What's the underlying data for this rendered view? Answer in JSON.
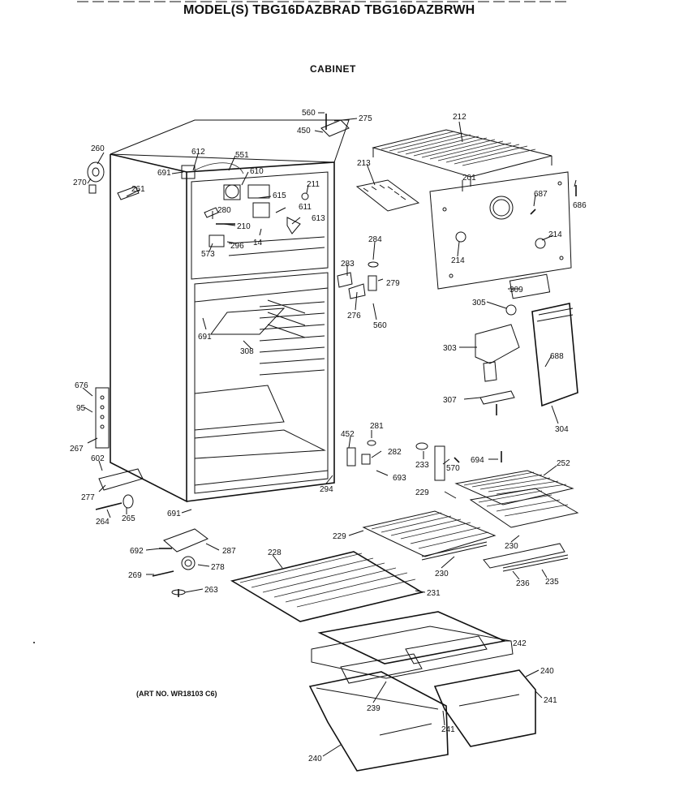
{
  "header": {
    "model_line": "MODEL(S) TBG16DAZBRAD  TBG16DAZBRWH",
    "section_title": "CABINET"
  },
  "art_number": "(ART NO. WR18103 C6)",
  "parts": [
    {
      "id": "p560a",
      "label": "560"
    },
    {
      "id": "p275",
      "label": "275"
    },
    {
      "id": "p450",
      "label": "450"
    },
    {
      "id": "p212",
      "label": "212"
    },
    {
      "id": "p260",
      "label": "260"
    },
    {
      "id": "p612",
      "label": "612"
    },
    {
      "id": "p551",
      "label": "551"
    },
    {
      "id": "p691a",
      "label": "691"
    },
    {
      "id": "p610",
      "label": "610"
    },
    {
      "id": "p213",
      "label": "213"
    },
    {
      "id": "p201",
      "label": "201"
    },
    {
      "id": "p270",
      "label": "270"
    },
    {
      "id": "p261",
      "label": "261"
    },
    {
      "id": "p615",
      "label": "615"
    },
    {
      "id": "p211",
      "label": "211"
    },
    {
      "id": "p687",
      "label": "687"
    },
    {
      "id": "p686",
      "label": "686"
    },
    {
      "id": "p280",
      "label": "280"
    },
    {
      "id": "p611",
      "label": "611"
    },
    {
      "id": "p210",
      "label": "210"
    },
    {
      "id": "p613",
      "label": "613"
    },
    {
      "id": "p14",
      "label": "14"
    },
    {
      "id": "p296",
      "label": "296"
    },
    {
      "id": "p573",
      "label": "573"
    },
    {
      "id": "p284",
      "label": "284"
    },
    {
      "id": "p214a",
      "label": "214"
    },
    {
      "id": "p214b",
      "label": "214"
    },
    {
      "id": "p283",
      "label": "283"
    },
    {
      "id": "p279",
      "label": "279"
    },
    {
      "id": "p309",
      "label": "309"
    },
    {
      "id": "p305",
      "label": "305"
    },
    {
      "id": "p276",
      "label": "276"
    },
    {
      "id": "p560b",
      "label": "560"
    },
    {
      "id": "p691b",
      "label": "691"
    },
    {
      "id": "p308",
      "label": "308"
    },
    {
      "id": "p303",
      "label": "303"
    },
    {
      "id": "p688",
      "label": "688"
    },
    {
      "id": "p676",
      "label": "676"
    },
    {
      "id": "p307",
      "label": "307"
    },
    {
      "id": "p95",
      "label": "95"
    },
    {
      "id": "p304",
      "label": "304"
    },
    {
      "id": "p281",
      "label": "281"
    },
    {
      "id": "p452",
      "label": "452"
    },
    {
      "id": "p282",
      "label": "282"
    },
    {
      "id": "p267",
      "label": "267"
    },
    {
      "id": "p233",
      "label": "233"
    },
    {
      "id": "p694",
      "label": "694"
    },
    {
      "id": "p570",
      "label": "570"
    },
    {
      "id": "p602",
      "label": "602"
    },
    {
      "id": "p693",
      "label": "693"
    },
    {
      "id": "p252",
      "label": "252"
    },
    {
      "id": "p277",
      "label": "277"
    },
    {
      "id": "p294",
      "label": "294"
    },
    {
      "id": "p229a",
      "label": "229"
    },
    {
      "id": "p264",
      "label": "264"
    },
    {
      "id": "p265",
      "label": "265"
    },
    {
      "id": "p691c",
      "label": "691"
    },
    {
      "id": "p229b",
      "label": "229"
    },
    {
      "id": "p230a",
      "label": "230"
    },
    {
      "id": "p692",
      "label": "692"
    },
    {
      "id": "p287",
      "label": "287"
    },
    {
      "id": "p228",
      "label": "228"
    },
    {
      "id": "p278",
      "label": "278"
    },
    {
      "id": "p230b",
      "label": "230"
    },
    {
      "id": "p269",
      "label": "269"
    },
    {
      "id": "p236",
      "label": "236"
    },
    {
      "id": "p235",
      "label": "235"
    },
    {
      "id": "p263",
      "label": "263"
    },
    {
      "id": "p231",
      "label": "231"
    },
    {
      "id": "p242",
      "label": "242"
    },
    {
      "id": "p240a",
      "label": "240"
    },
    {
      "id": "p239",
      "label": "239"
    },
    {
      "id": "p241a",
      "label": "241"
    },
    {
      "id": "p241b",
      "label": "241"
    },
    {
      "id": "p240b",
      "label": "240"
    }
  ]
}
